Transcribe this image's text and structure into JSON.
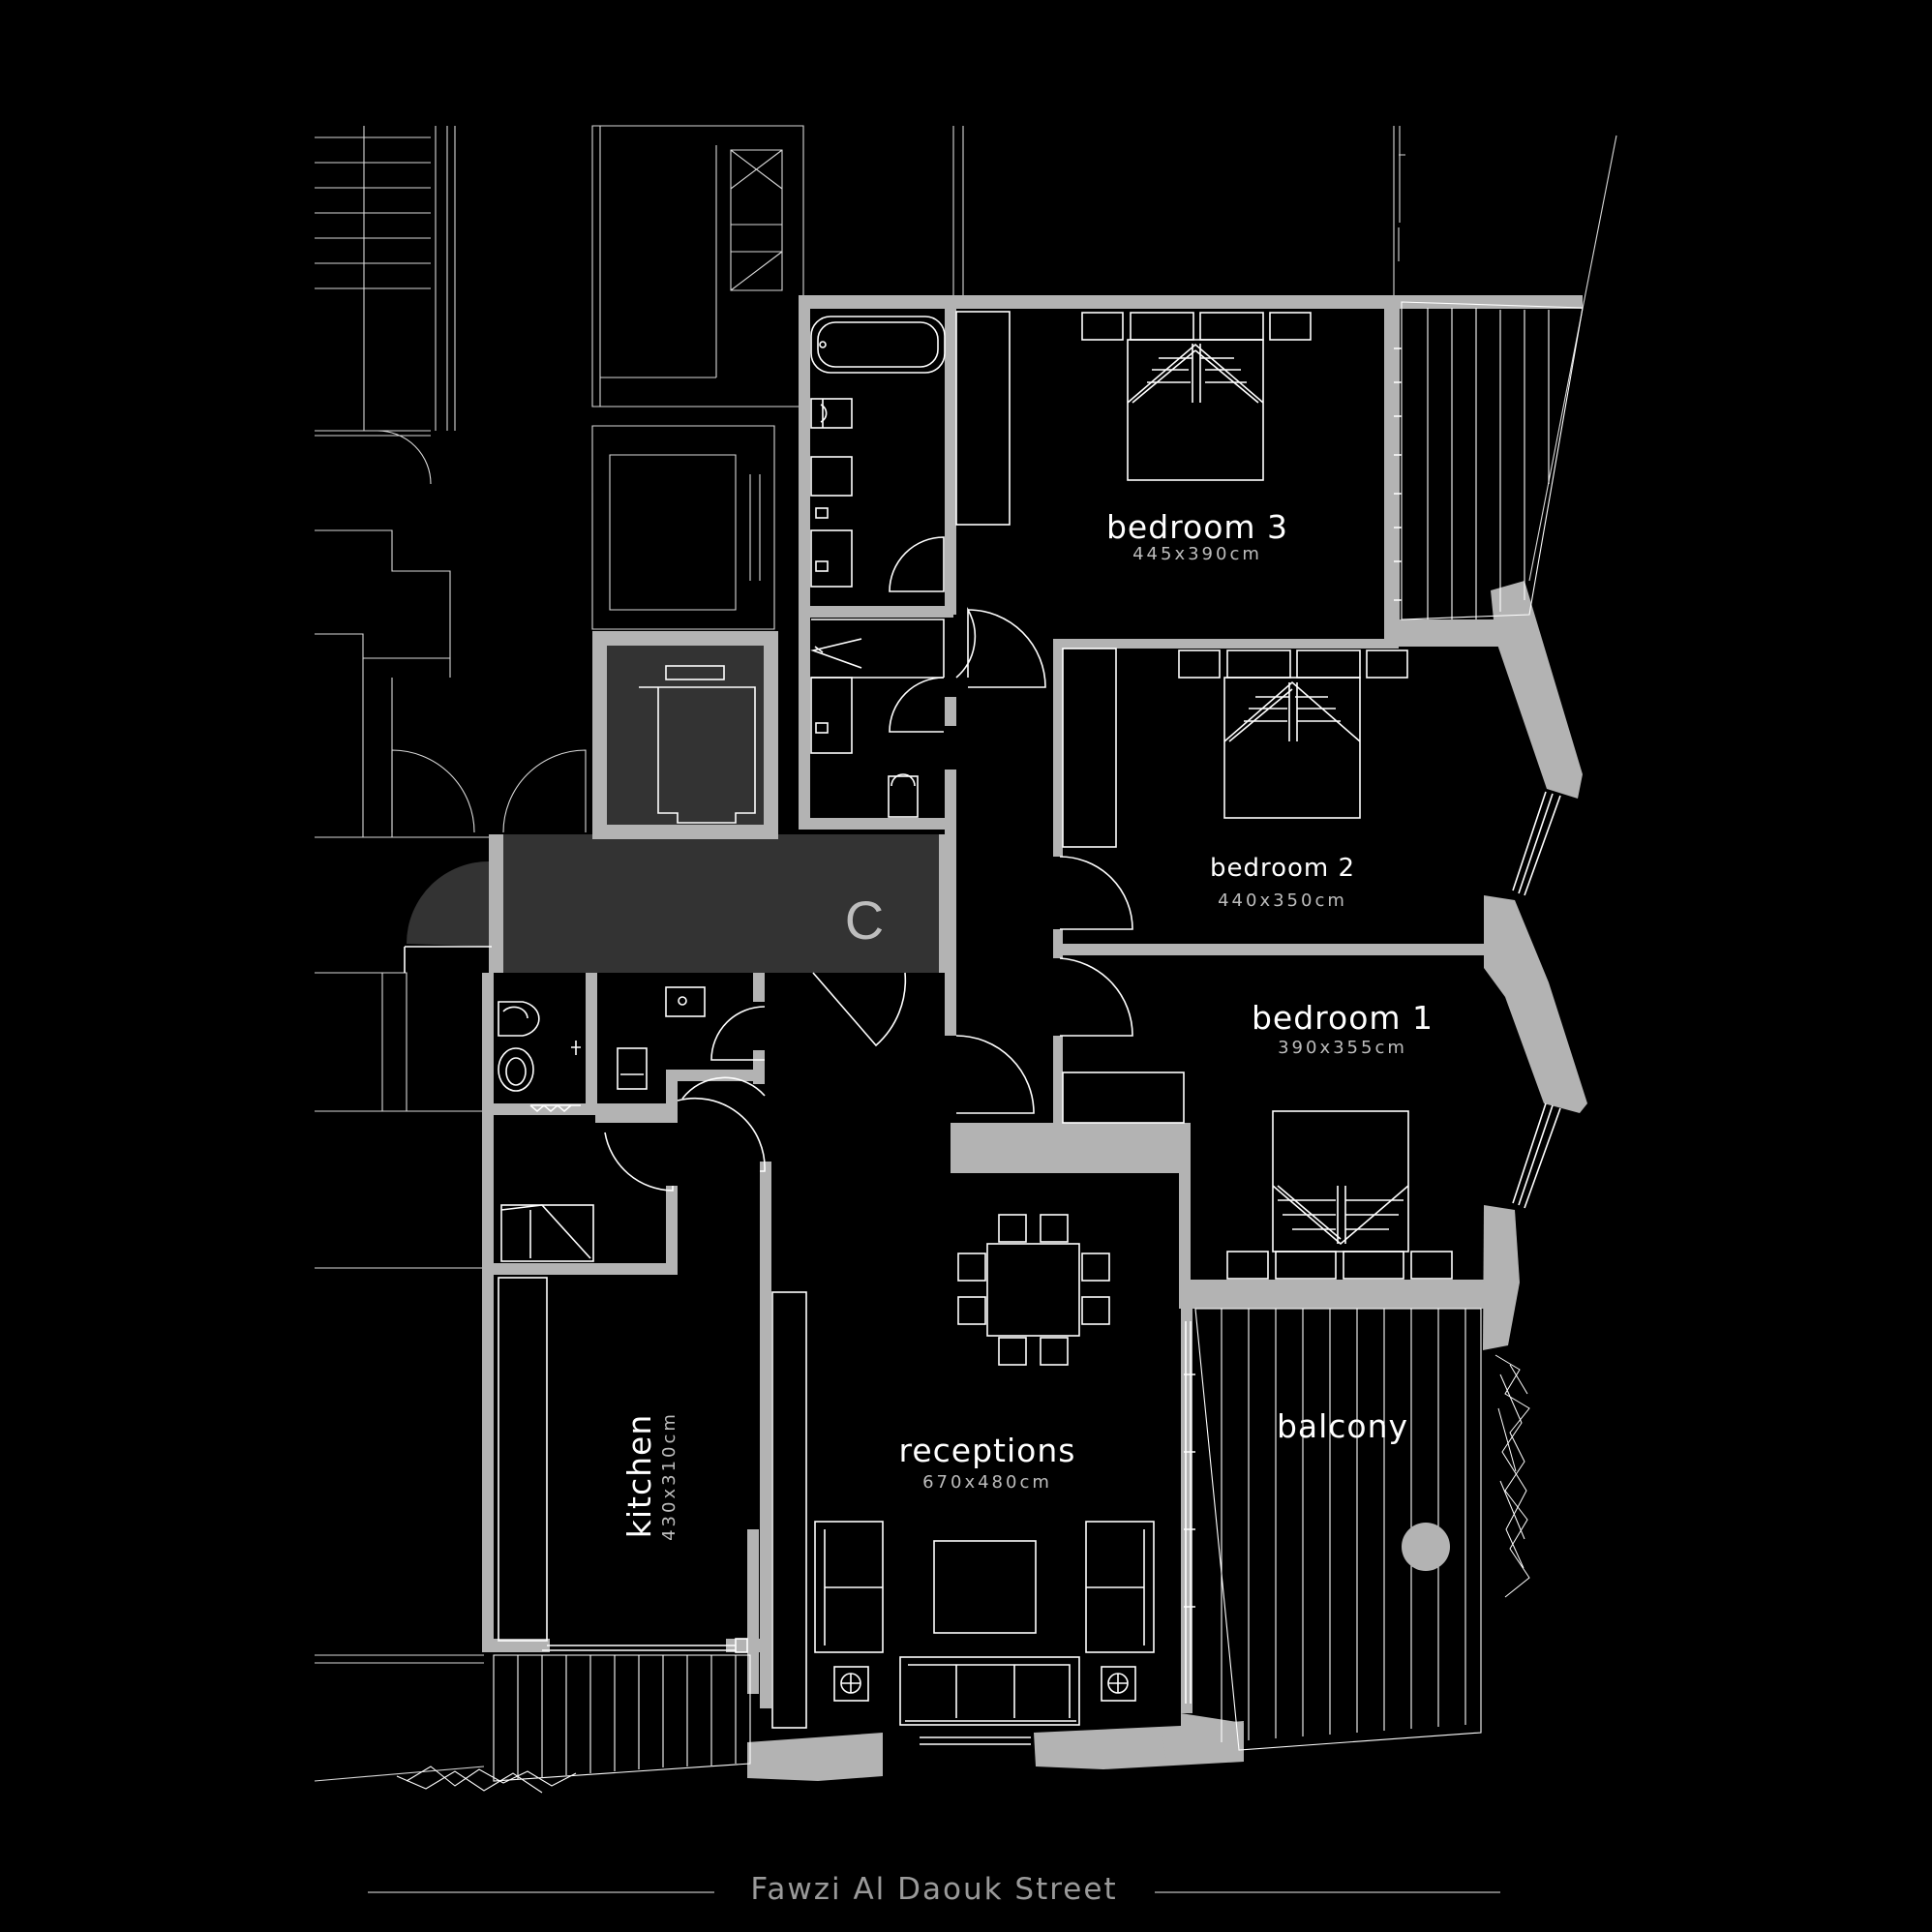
{
  "rooms": {
    "bedroom3": {
      "name": "bedroom 3",
      "size": "445x390cm"
    },
    "bedroom2": {
      "name": "bedroom 2",
      "size": "440x350cm"
    },
    "bedroom1": {
      "name": "bedroom 1",
      "size": "390x355cm"
    },
    "kitchen": {
      "name": "kitchen",
      "size": "430x310cm"
    },
    "receptions": {
      "name": "receptions",
      "size": "670x480cm"
    },
    "balcony": {
      "name": "balcony"
    }
  },
  "core": {
    "label": "C"
  },
  "street": {
    "name": "Fawzi Al Daouk Street"
  },
  "colors": {
    "background": "#000000",
    "wall": "#b3b3b3",
    "core_fill": "#333333",
    "linework": "#ffffff"
  }
}
